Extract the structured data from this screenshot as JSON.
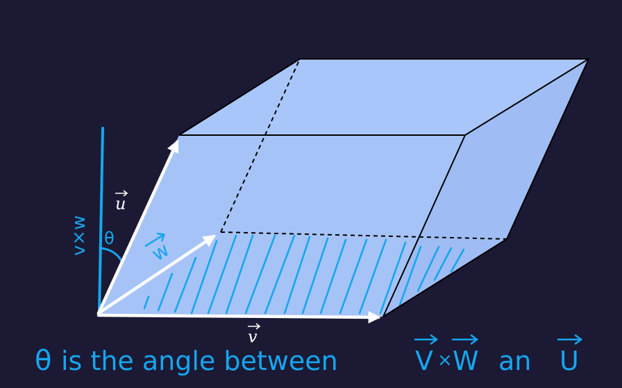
{
  "vector_labels": {
    "u": "u",
    "v": "v",
    "w": "w"
  },
  "angle_label": "θ",
  "cross_product_label": "v×w",
  "caption": {
    "theta": "θ",
    "text1": "is the angle between",
    "v": "V",
    "times": "×",
    "w": "W",
    "text2": "an",
    "u": "U"
  },
  "colors": {
    "background": "#1b1934",
    "solid_fill": "#a9c6fb",
    "handwriting": "#16a6ee",
    "vectors": "#ffffff",
    "edges": "#000000"
  }
}
